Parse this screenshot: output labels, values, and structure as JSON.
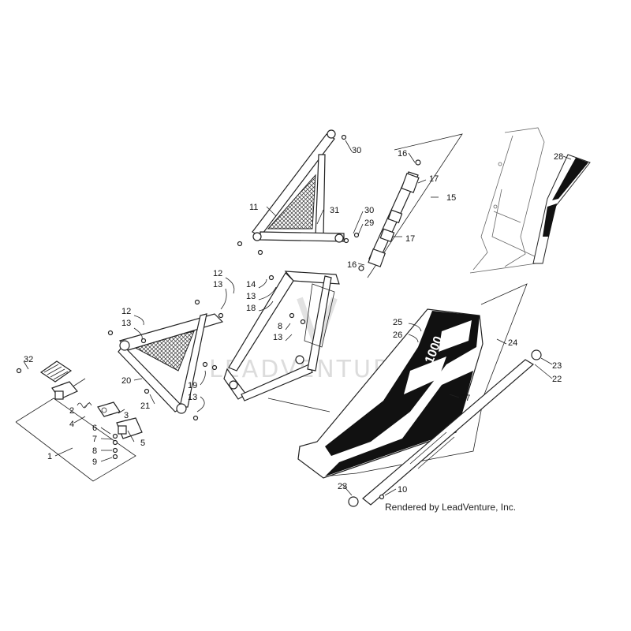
{
  "watermark": "LEADVENTURE",
  "credit": "Rendered by LeadVenture, Inc.",
  "callouts": {
    "c1": "1",
    "c2": "2",
    "c3": "3",
    "c4": "4",
    "c5": "5",
    "c6": "6",
    "c7": "7",
    "c8a": "8",
    "c8b": "8",
    "c9": "9",
    "c10": "10",
    "c11": "11",
    "c12a": "12",
    "c12b": "12",
    "c13a": "13",
    "c13b": "13",
    "c13c": "13",
    "c13d": "13",
    "c13e": "13",
    "c14": "14",
    "c15": "15",
    "c16a": "16",
    "c16b": "16",
    "c17a": "17",
    "c17b": "17",
    "c18": "18",
    "c19": "19",
    "c20": "20",
    "c21": "21",
    "c22": "22",
    "c23a": "23",
    "c23b": "23",
    "c24": "24",
    "c25": "25",
    "c26": "26",
    "c27": "27",
    "c28": "28",
    "c29": "29",
    "c30a": "30",
    "c30b": "30",
    "c31": "31",
    "c32": "32"
  },
  "decal_text": "1000"
}
